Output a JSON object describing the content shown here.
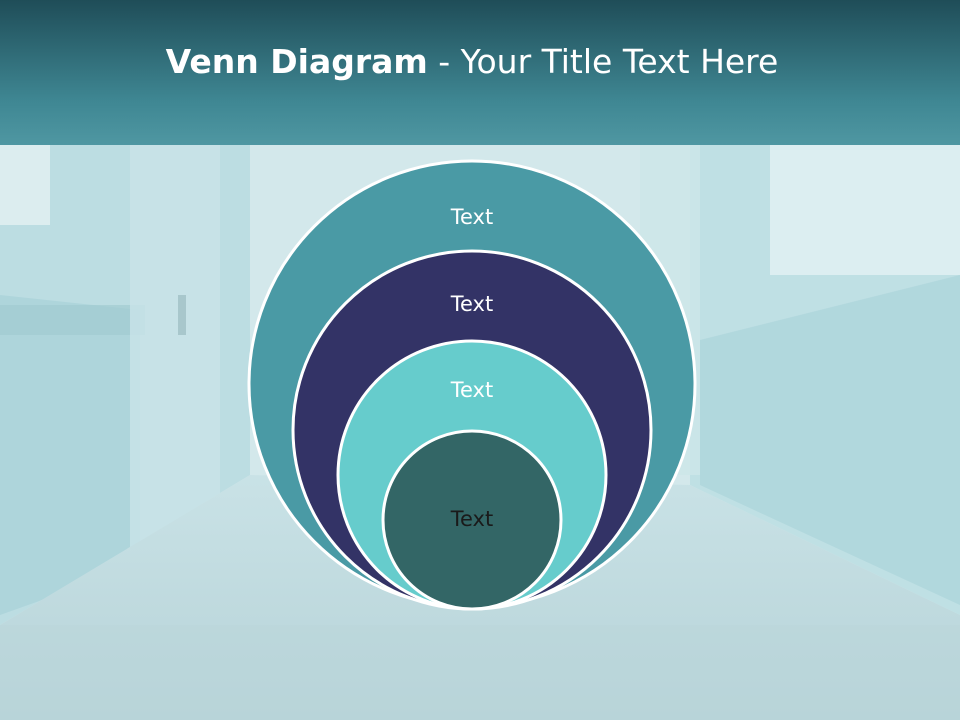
{
  "slide": {
    "title_bold": "Venn Diagram",
    "title_rest": " - Your Title Text Here"
  },
  "diagram": {
    "type": "nested-circles",
    "circles": [
      {
        "label": "Text",
        "color": "#4a9aa5"
      },
      {
        "label": "Text",
        "color": "#333366"
      },
      {
        "label": "Text",
        "color": "#66cccc"
      },
      {
        "label": "Text",
        "color": "#336666"
      }
    ]
  },
  "colors": {
    "header_dark": "#1f4d58",
    "header_light": "#4f97a2",
    "background": "#c6dfe3"
  }
}
